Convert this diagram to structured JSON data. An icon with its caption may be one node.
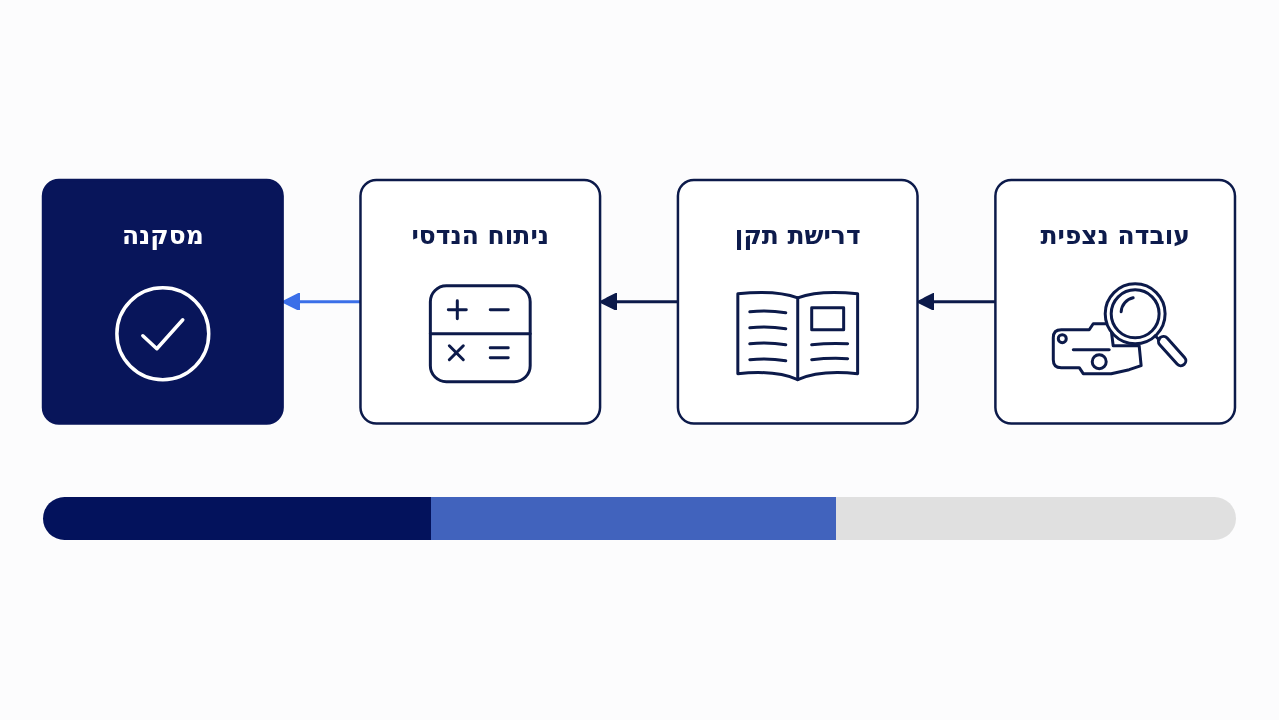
{
  "diagram": {
    "nodes": [
      {
        "text": [
          "עובדה נצפית"
        ]
      },
      {
        "text": [
          "דרישת תקן"
        ]
      },
      {
        "text": [
          "ניתוח הנדסי"
        ]
      },
      {
        "text": [
          "מסקנה"
        ]
      }
    ],
    "edges": [
      {
        "from": 0,
        "to": 1,
        "arrow": "to"
      },
      {
        "from": 1,
        "to": 2,
        "arrow": "to"
      },
      {
        "from": 2,
        "to": 3,
        "arrow": "to",
        "color": "#3b6fe8"
      }
    ]
  }
}
